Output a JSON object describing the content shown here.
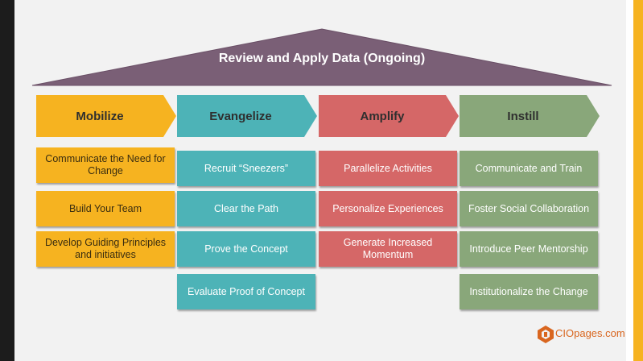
{
  "roof": {
    "title": "Review and Apply Data (Ongoing)",
    "color": "#7a5f76"
  },
  "columns": [
    {
      "heading": "Mobilize",
      "color": "#f6b320",
      "items": [
        "Communicate the Need for Change",
        "Build Your Team",
        "Develop Guiding Principles and initiatives"
      ]
    },
    {
      "heading": "Evangelize",
      "color": "#4db3b7",
      "items": [
        "Recruit “Sneezers”",
        "Clear the Path",
        "Prove the Concept",
        "Evaluate Proof of Concept"
      ]
    },
    {
      "heading": "Amplify",
      "color": "#d56767",
      "items": [
        "Parallelize Activities",
        "Personalize Experiences",
        "Generate Increased Momentum"
      ]
    },
    {
      "heading": "Instill",
      "color": "#89a77a",
      "items": [
        "Communicate and Train",
        "Foster Social Collaboration",
        "Introduce Peer Mentorship",
        "Institutionalize the Change"
      ]
    }
  ],
  "logo": {
    "text": "CIOpages.com",
    "icon": "cio-logo-icon",
    "color": "#d9661f"
  }
}
